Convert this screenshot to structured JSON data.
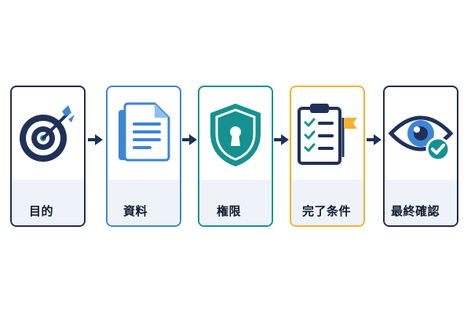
{
  "steps": [
    {
      "label": "目的",
      "icon": "target-icon",
      "border_color": "#1f2d4d"
    },
    {
      "label": "資料",
      "icon": "documents-icon",
      "border_color": "#3d86d6"
    },
    {
      "label": "権限",
      "icon": "shield-lock-icon",
      "border_color": "#16918f"
    },
    {
      "label": "完了条件",
      "icon": "clipboard-checklist-flag-icon",
      "border_color": "#f2b233"
    },
    {
      "label": "最終確認",
      "icon": "eye-check-icon",
      "border_color": "#1f2d4d"
    }
  ],
  "colors": {
    "navy": "#1f3158",
    "blue": "#3d86d6",
    "teal": "#16918f",
    "gold": "#f2b233",
    "band": "#eef3fa"
  }
}
